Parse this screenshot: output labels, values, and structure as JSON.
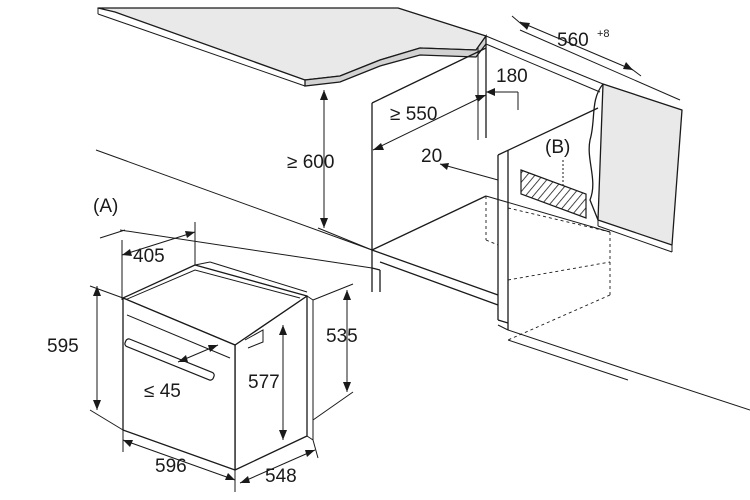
{
  "labels": {
    "callout_a": "(A)",
    "callout_b": "(B)"
  },
  "dimensions": {
    "niche_depth_min": "≥ 550",
    "niche_width": "560",
    "niche_width_tolerance": "+8",
    "vent_opening": "180",
    "shelf_gap": "20",
    "niche_height_min": "≥ 600",
    "front_offset": "405",
    "oven_height": "595",
    "handle_projection": "≤ 45",
    "oven_body_height": "577",
    "oven_rear_height": "535",
    "oven_width": "596",
    "oven_depth": "548"
  }
}
